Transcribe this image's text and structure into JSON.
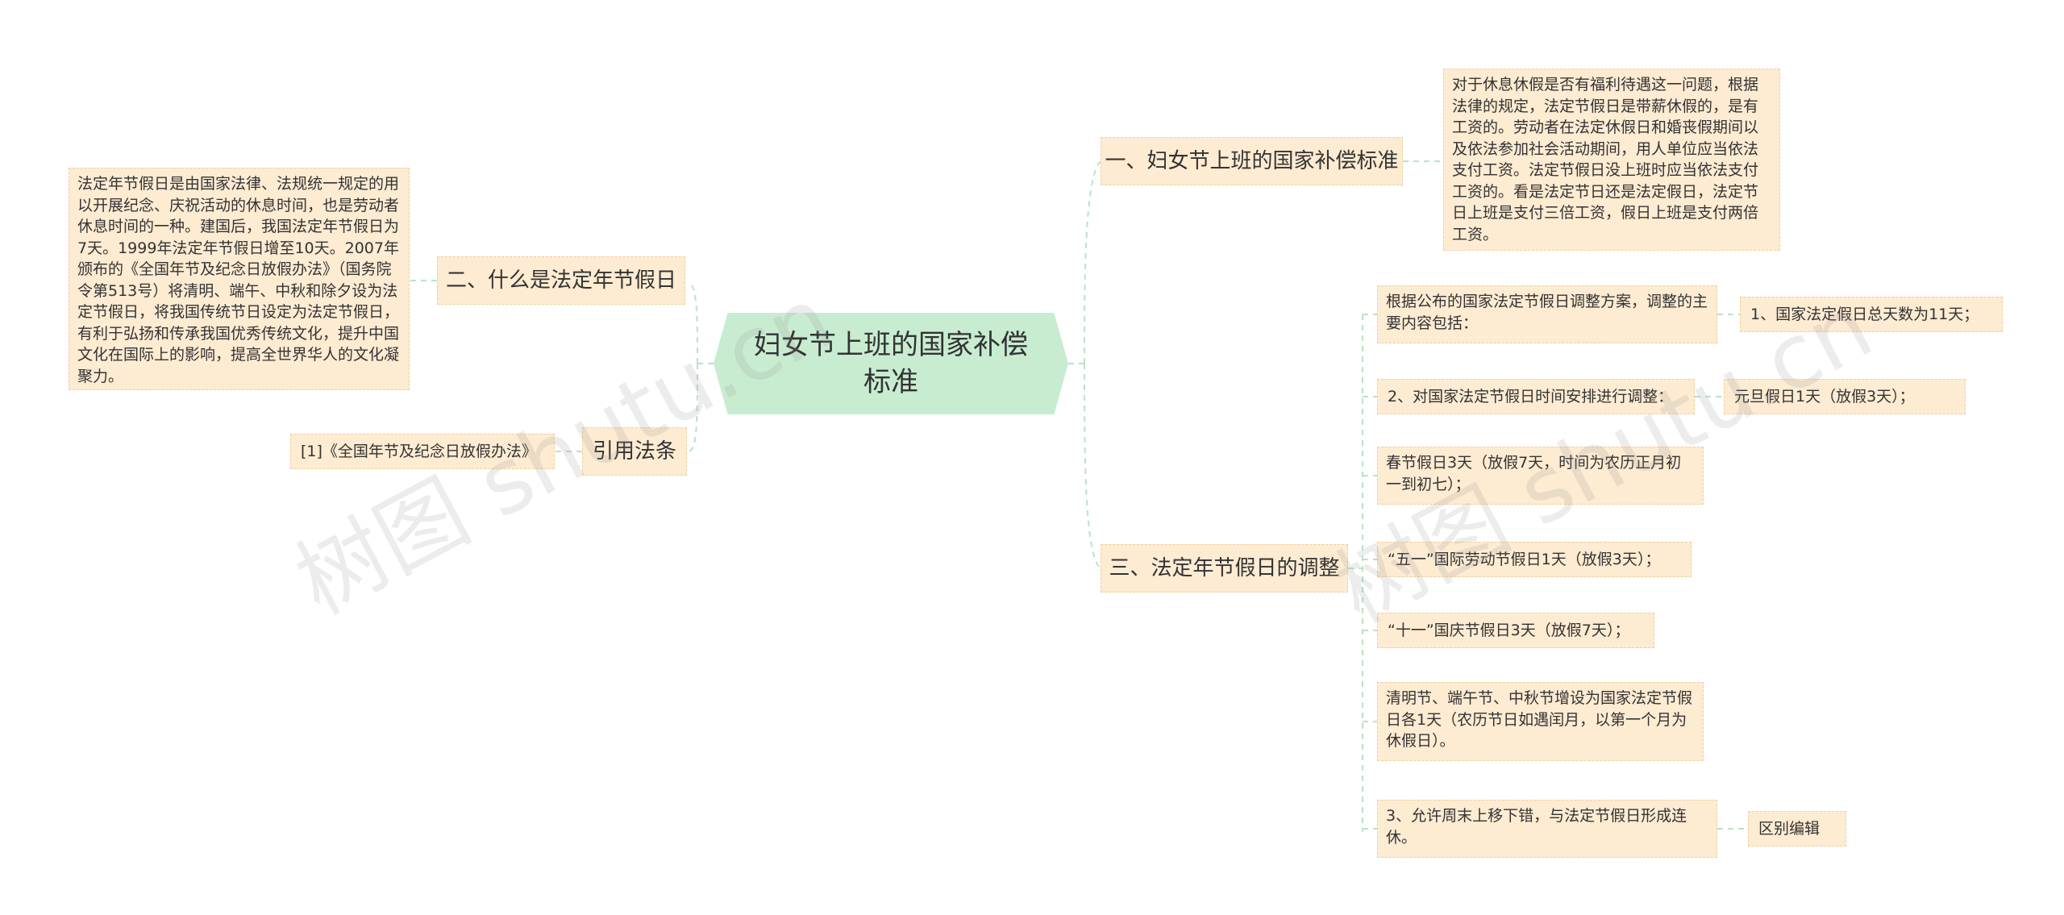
{
  "root": {
    "title": "妇女节上班的国家补偿标准"
  },
  "branches": {
    "one": {
      "title": "一、妇女节上班的国家补偿标准",
      "detail": "对于休息休假是否有福利待遇这一问题，根据法律的规定，法定节假日是带薪休假的，是有工资的。劳动者在法定休假日和婚丧假期间以及依法参加社会活动期间，用人单位应当依法支付工资。法定节假日没上班时应当依法支付工资的。看是法定节日还是法定假日，法定节日上班是支付三倍工资，假日上班是支付两倍工资。"
    },
    "two": {
      "title": "二、什么是法定年节假日",
      "detail": "法定年节假日是由国家法律、法规统一规定的用以开展纪念、庆祝活动的休息时间，也是劳动者休息时间的一种。建国后，我国法定年节假日为7天。1999年法定年节假日增至10天。2007年颁布的《全国年节及纪念日放假办法》（国务院令第513号）将清明、端午、中秋和除夕设为法定节假日，将我国传统节日设定为法定节假日，有利于弘扬和传承我国优秀传统文化，提升中国文化在国际上的影响，提高全世界华人的文化凝聚力。"
    },
    "ref": {
      "title": "引用法条",
      "detail": "[1]《全国年节及纪念日放假办法》"
    },
    "three": {
      "title": "三、法定年节假日的调整",
      "items": [
        "根据公布的国家法定节假日调整方案，调整的主要内容包括：",
        "2、对国家法定节假日时间安排进行调整：",
        "春节假日3天（放假7天，时间为农历正月初一到初七）；",
        "“五一”国际劳动节假日1天（放假3天）；",
        "“十一”国庆节假日3天（放假7天）；",
        "清明节、端午节、中秋节增设为国家法定节假日各1天（农历节日如遇闰月，以第一个月为休假日）。",
        "3、允许周末上移下错，与法定节假日形成连休。"
      ],
      "sub": {
        "total": "1、国家法定假日总天数为11天；",
        "newyear": "元旦假日1天（放假3天）；",
        "edit": "区别编辑"
      }
    }
  },
  "watermark": "树图 shutu.cn",
  "colors": {
    "root": "#c8ecd0",
    "node": "#fdebd2",
    "border": "#f1cfa0",
    "link": "#b9e3c6"
  }
}
